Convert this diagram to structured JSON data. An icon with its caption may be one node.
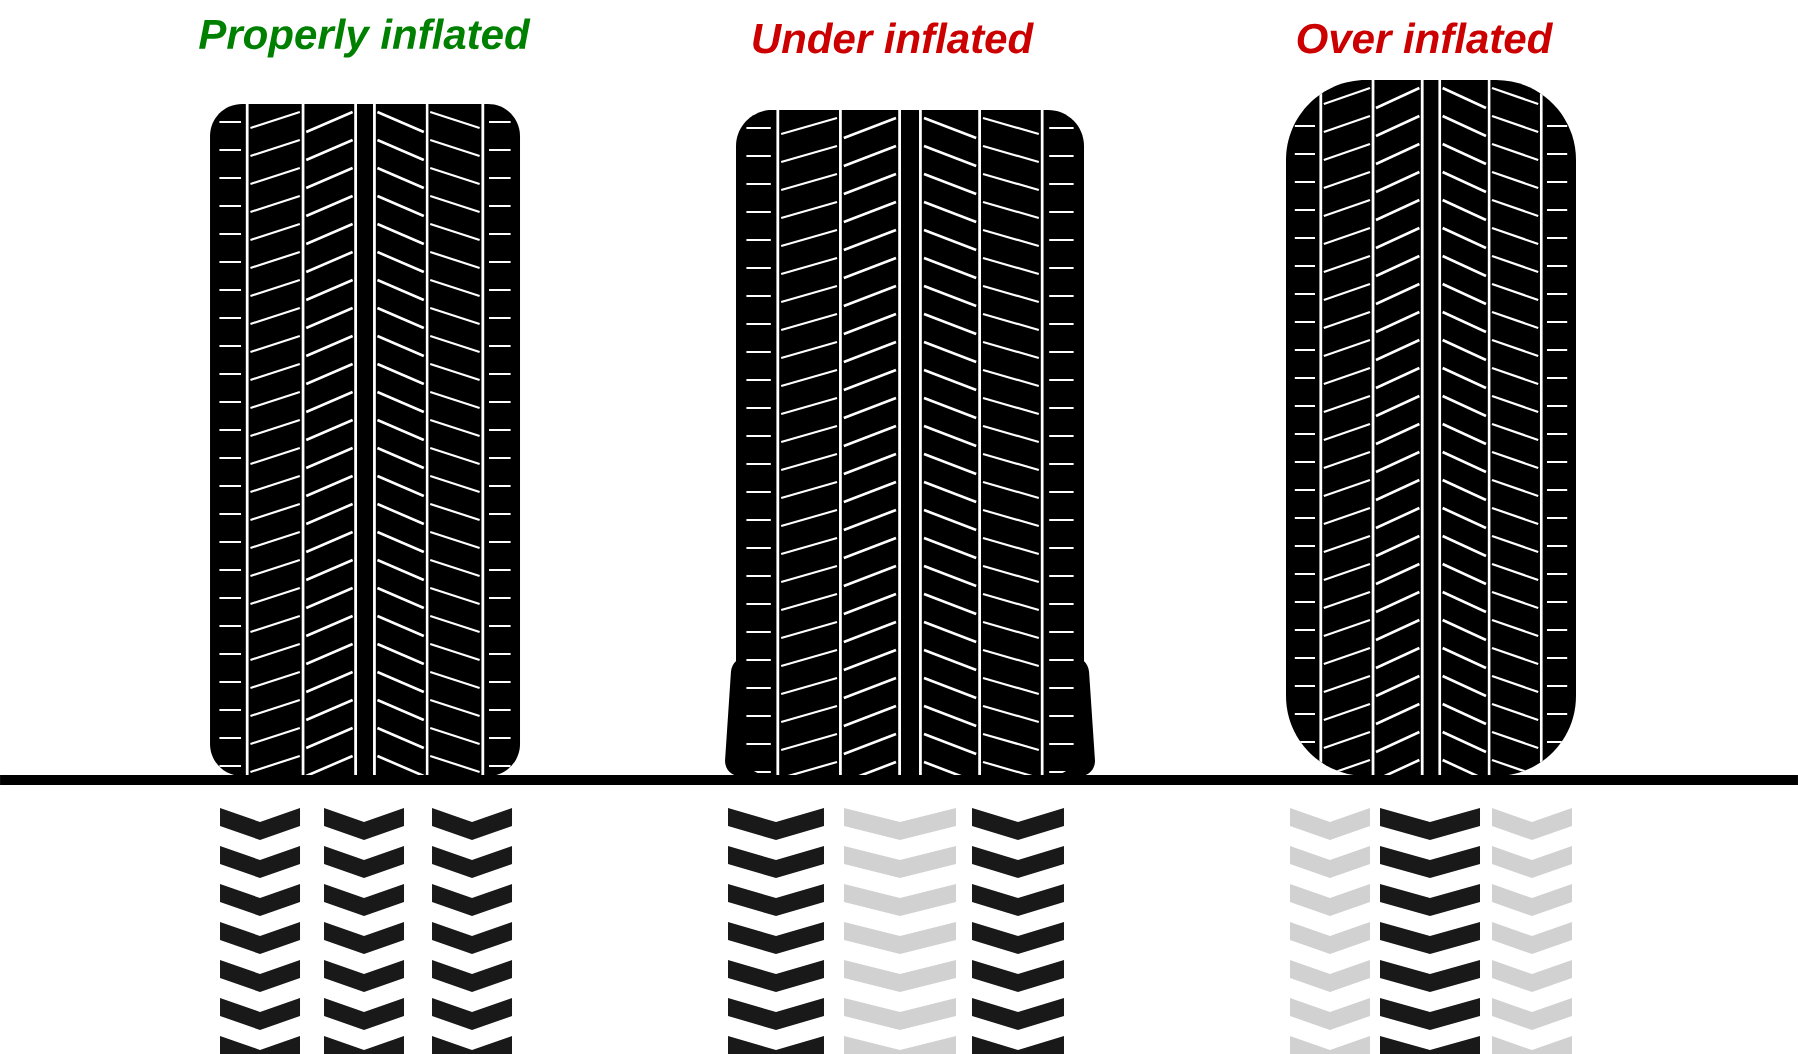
{
  "diagram": {
    "labels": [
      "Properly inflated",
      "Under inflated",
      "Over inflated"
    ]
  }
}
